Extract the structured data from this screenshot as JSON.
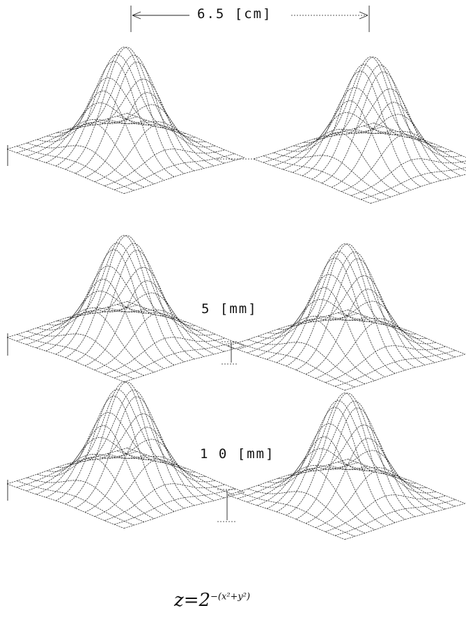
{
  "figure": {
    "separation_label": "6.5 [cm]",
    "offset_labels": [
      "5 [mm]",
      "1 0 [mm]"
    ],
    "equation_base": "z=2",
    "equation_exponent": "−(x²+y²)",
    "rows": [
      {
        "vertical_offset_mm": 0
      },
      {
        "vertical_offset_mm": 5
      },
      {
        "vertical_offset_mm": 10
      }
    ]
  }
}
